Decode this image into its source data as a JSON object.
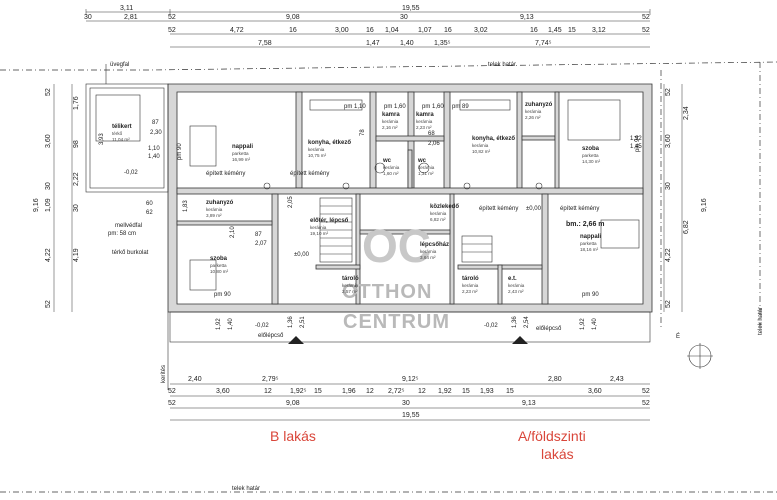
{
  "dimensions_top": {
    "row1": [
      "3,11",
      "19,55"
    ],
    "row2": [
      "30",
      "2,81",
      "52",
      "9,08",
      "30",
      "9,13",
      "52"
    ],
    "row3": [
      "52",
      "4,72",
      "16",
      "3,00",
      "16",
      "1,04",
      "1,07",
      "16",
      "3,02",
      "16",
      "1,45",
      "15",
      "3,12",
      "52"
    ],
    "row4": [
      "7,58",
      "1,47",
      "1,40",
      "1,35⁵",
      "7,74⁵"
    ]
  },
  "dimensions_bottom": {
    "row1": [
      "2,40",
      "2,79⁵",
      "9,12⁵",
      "2,80",
      "2,43"
    ],
    "row2": [
      "52",
      "3,60",
      "12",
      "1,92⁵",
      "15",
      "1,96",
      "12",
      "2,72⁵",
      "12",
      "1,92",
      "15",
      "1,93",
      "15",
      "3,60",
      "52"
    ],
    "row3": [
      "52",
      "9,08",
      "30",
      "9,13",
      "52"
    ],
    "row4": [
      "19,55"
    ]
  },
  "dimensions_left": [
    "52",
    "1,76",
    "3,60",
    "98",
    "2,22",
    "30",
    "1,09",
    "30",
    "4,22",
    "4,19",
    "52",
    "9,16"
  ],
  "dimensions_right": [
    "52",
    "2,34",
    "3,60",
    "30",
    "6,82",
    "4,22",
    "52",
    "9,16"
  ],
  "labels": {
    "uvegfal": "üvegfal",
    "telek_hatar": "telek határ",
    "telek_hatar_right": "telek határ",
    "telek_hatar_bottom": "telek határ",
    "mellvedfal": "mellvédfal",
    "mellvedfal_pm": "pm: 58 cm",
    "terko": "térkő burkolat",
    "kerites": "kerítés",
    "north": "É",
    "b_lakas": "B lakás",
    "a_lakas_line1": "A/földszinti",
    "a_lakas_line2": "lakás",
    "watermark_logo": "OC",
    "watermark_line1": "OTTHON",
    "watermark_line2": "CENTRUM"
  },
  "rooms": [
    {
      "key": "telikert",
      "name": "télikert",
      "floor": "térkő",
      "area": "11,04 m²"
    },
    {
      "key": "nappali_b",
      "name": "nappali",
      "floor": "parketta",
      "area": "16,99 m²"
    },
    {
      "key": "konyha_b",
      "name": "konyha, étkező",
      "floor": "kerámia",
      "area": "10,75 m²"
    },
    {
      "key": "kamra_b",
      "name": "kamra",
      "floor": "kerámia",
      "area": "2,16 m²"
    },
    {
      "key": "kamra_a",
      "name": "kamra",
      "floor": "kerámia",
      "area": "2,23 m²"
    },
    {
      "key": "wc_b",
      "name": "wc",
      "floor": "kerámia",
      "area": "1,60 m²"
    },
    {
      "key": "wc_a",
      "name": "wc",
      "floor": "kerámia",
      "area": "1,31 m²"
    },
    {
      "key": "zuhanyzo_a_top",
      "name": "zuhanyzó",
      "floor": "kerámia",
      "area": "2,26 m²"
    },
    {
      "key": "konyha_a",
      "name": "konyha, étkező",
      "floor": "kerámia",
      "area": "10,82 m²"
    },
    {
      "key": "szoba_a",
      "name": "szoba",
      "floor": "parketta",
      "area": "14,30 m²"
    },
    {
      "key": "zuhanyzo_b",
      "name": "zuhanyzó",
      "floor": "kerámia",
      "area": "3,89 m²"
    },
    {
      "key": "eloter_b",
      "name": "előtér, lépcső",
      "floor": "kerámia",
      "area": "19,10 m²"
    },
    {
      "key": "kozlekedo",
      "name": "közlekedő",
      "floor": "kerámia",
      "area": "6,82 m²"
    },
    {
      "key": "lepcsohaz",
      "name": "lépcsőház",
      "floor": "kerámia",
      "area": "3,64 m²"
    },
    {
      "key": "nappali_a",
      "name": "nappali",
      "floor": "parketta",
      "area": "18,16 m²"
    },
    {
      "key": "szoba_b",
      "name": "szoba",
      "floor": "parketta",
      "area": "10,80 m²"
    },
    {
      "key": "tarolo_b",
      "name": "tároló",
      "floor": "kerámia",
      "area": "2,57 m²"
    },
    {
      "key": "tarolo_a",
      "name": "tároló",
      "floor": "kerámia",
      "area": "2,23 m²"
    },
    {
      "key": "et",
      "name": "e.t.",
      "floor": "kerámia",
      "area": "2,43 m²"
    }
  ],
  "annotations": {
    "pm_110": "pm 1,10",
    "pm_160_a": "pm 1,60",
    "pm_160_b": "pm 1,60",
    "pm_89": "pm 89",
    "pm_90_l": "pm 90",
    "pm_90_r": "pm 90",
    "pm_94": "pm 94",
    "pm_90_b1": "pm 90",
    "pm_90_b2": "pm 90",
    "epitett_kemeny_1": "épített kémény",
    "epitett_kemeny_2": "épített kémény",
    "epitett_kemeny_3": "épített kémény",
    "epitett_kemeny_4": "épített kémény",
    "level_pm000_a": "±0,00",
    "level_pm000_b": "±0,00",
    "level_m002_l": "-0,02",
    "level_m002_b1": "-0,02",
    "level_m002_b2": "-0,02",
    "bm": "bm.: 2,66 m",
    "elolepcso_b": "előlépcső",
    "elolepcso_a": "előlépcső",
    "n_230": "2,30",
    "n_87": "87",
    "n_140": "1,40",
    "n_110": "1,10",
    "n_393": "3,93",
    "n_60": "60",
    "n_62": "62",
    "n_183": "1,83",
    "n_210": "2,10",
    "n_207": "2,07",
    "n_87b": "87",
    "n_192_r": "1,92",
    "n_145_r": "1,45",
    "n_192_l": "1,92",
    "n_140_l": "1,40",
    "n_136": "1,36",
    "n_251": "2,51",
    "n_136b": "1,36",
    "n_254": "2,54",
    "n_192_b": "1,92",
    "n_140_b": "1,40",
    "n_206": "2,06",
    "n_68": "68",
    "n_78": "78",
    "n_205": "2,05"
  }
}
